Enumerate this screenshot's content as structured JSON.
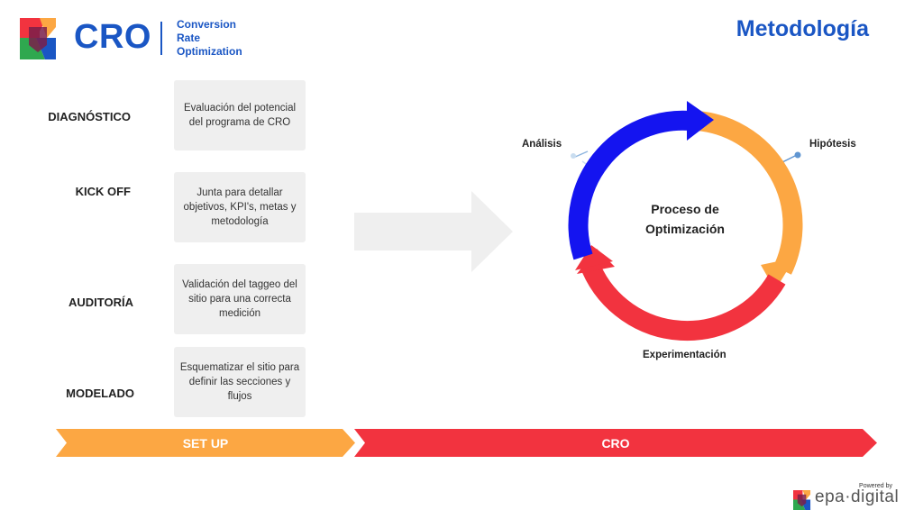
{
  "header": {
    "brand": "CRO",
    "subtitle": [
      "Conversion",
      "Rate",
      "Optimization"
    ],
    "title": "Metodología"
  },
  "steps": [
    {
      "label": "DIAGNÓSTICO",
      "description": "Evaluación del potencial del programa de CRO"
    },
    {
      "label": "KICK OFF",
      "description": "Junta para detallar objetivos, KPI's, metas y metodología"
    },
    {
      "label": "AUDITORÍA",
      "description": "Validación del taggeo del sitio para una correcta medición"
    },
    {
      "label": "MODELADO",
      "description": "Esquematizar el sitio para definir las secciones y flujos"
    }
  ],
  "cycle": {
    "center": [
      "Proceso de",
      "Optimización"
    ],
    "stages": {
      "analysis": "Análisis",
      "hypothesis": "Hipótesis",
      "experimentation": "Experimentación"
    }
  },
  "phases": {
    "setup": "SET UP",
    "cro": "CRO"
  },
  "footer": {
    "powered_by": "Powered by",
    "company": "epa·digital"
  },
  "colors": {
    "brand_blue": "#1a56c4",
    "cycle_blue": "#1414f0",
    "cycle_orange": "#fca743",
    "cycle_red": "#f2333f",
    "arrow_gray": "#efefef"
  }
}
